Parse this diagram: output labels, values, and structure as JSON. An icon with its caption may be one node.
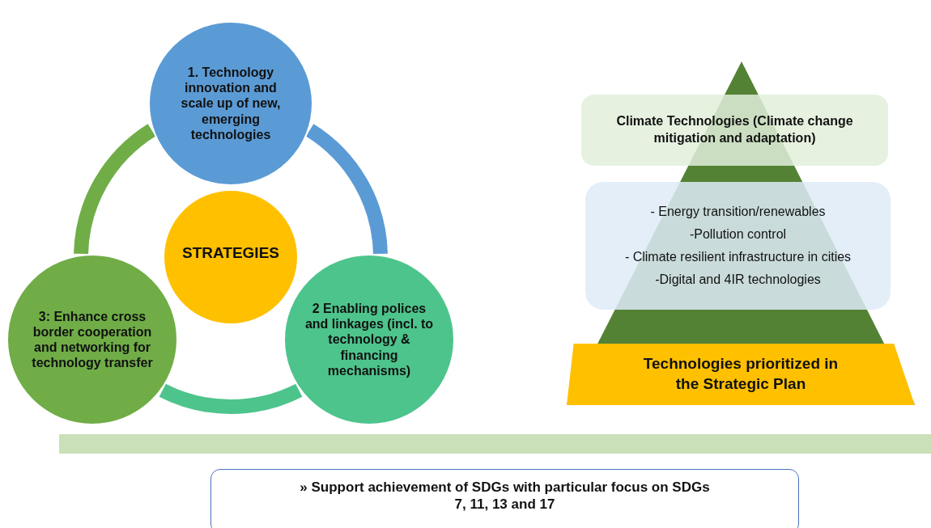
{
  "diagram": {
    "nodes": [
      {
        "text": [
          "1. Technology innovation and scale up of new, emerging technologies"
        ]
      },
      {
        "text": [
          "STRATEGIES"
        ]
      },
      {
        "text": [
          "2 Enabling polices and linkages (incl. to technology & financing mechanisms)"
        ]
      },
      {
        "text": [
          "3: Enhance cross border cooperation and networking for technology transfer"
        ]
      },
      {
        "text": [
          "Climate Technologies (Climate change mitigation and adaptation)"
        ]
      },
      {
        "text": [
          "- Energy transition/renewables",
          "-Pollution control",
          "- Climate resilient infrastructure in cities",
          "-Digital and 4IR technologies"
        ]
      },
      {
        "text": [
          "Technologies prioritized in the Strategic Plan"
        ]
      },
      {
        "text": [],
        "shape": "bar"
      },
      {
        "text": [
          "» Support achievement of SDGs with particular focus on SDGs 7, 11, 13 and 17"
        ]
      }
    ],
    "edges": [
      {
        "from": 0,
        "to": 2,
        "arrow": "none",
        "color": "#5b9bd5"
      },
      {
        "from": 2,
        "to": 3,
        "arrow": "none",
        "color": "#4dc48c"
      },
      {
        "from": 3,
        "to": 0,
        "arrow": "none",
        "color": "#70ad47"
      }
    ]
  }
}
